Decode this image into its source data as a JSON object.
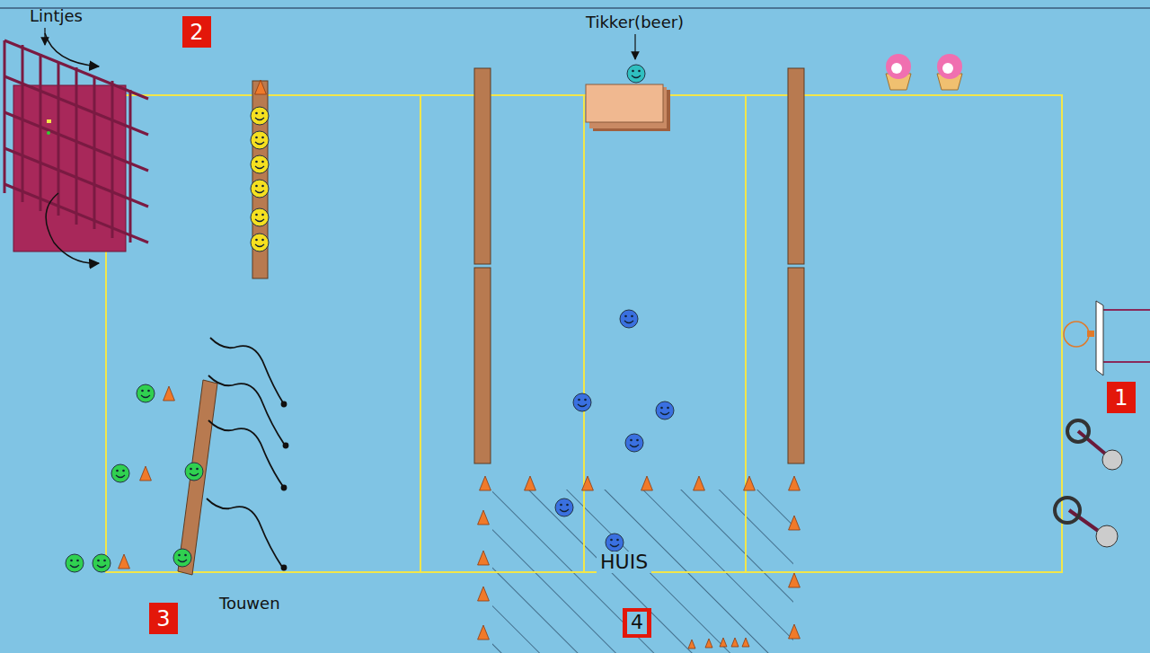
{
  "diagram": {
    "nodes": [
      {
        "text": [
          "2"
        ]
      },
      {
        "text": [
          "1"
        ]
      },
      {
        "text": [
          "3"
        ]
      },
      {
        "text": [
          "HUIS"
        ]
      },
      {
        "text": [
          "4"
        ],
        "in": 3
      }
    ],
    "labels": [
      "Lintjes",
      "Tikker(beer)",
      "Touwen"
    ]
  }
}
